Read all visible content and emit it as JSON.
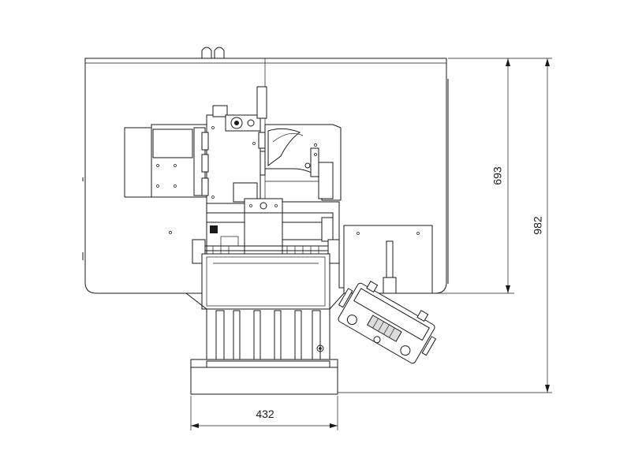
{
  "dimensions": {
    "height_upper": "693",
    "height_total": "982",
    "width_base": "432"
  },
  "colors": {
    "line": "#1a1a1a",
    "background": "#ffffff",
    "shade": "#dcdcdc"
  }
}
